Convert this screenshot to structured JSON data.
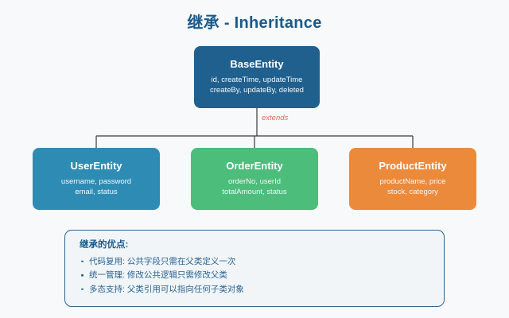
{
  "title": "继承 - Inheritance",
  "connector": {
    "label": "extends",
    "label_color": "#e06a5a",
    "line_color": "#3a3a3a"
  },
  "background_color": "#f7f9fb",
  "title_color": "#1a5a8a",
  "base_entity": {
    "name": "BaseEntity",
    "fields_line1": "id, createTime, updateTime",
    "fields_line2": "createBy, updateBy, deleted",
    "color": "#20608f"
  },
  "child_entities": [
    {
      "name": "UserEntity",
      "fields_line1": "username, password",
      "fields_line2": "email, status",
      "color": "#2e8cb4"
    },
    {
      "name": "OrderEntity",
      "fields_line1": "orderNo, userId",
      "fields_line2": "totalAmount, status",
      "color": "#4cbd7b"
    },
    {
      "name": "ProductEntity",
      "fields_line1": "productName, price",
      "fields_line2": "stock, category",
      "color": "#ec8a3c"
    }
  ],
  "benefits": {
    "title": "继承的优点:",
    "items": [
      "代码复用: 公共字段只需在父类定义一次",
      "统一管理: 修改公共逻辑只需修改父类",
      "多态支持: 父类引用可以指向任何子类对象"
    ],
    "border_color": "#2a6490",
    "text_color": "#2a6490"
  }
}
